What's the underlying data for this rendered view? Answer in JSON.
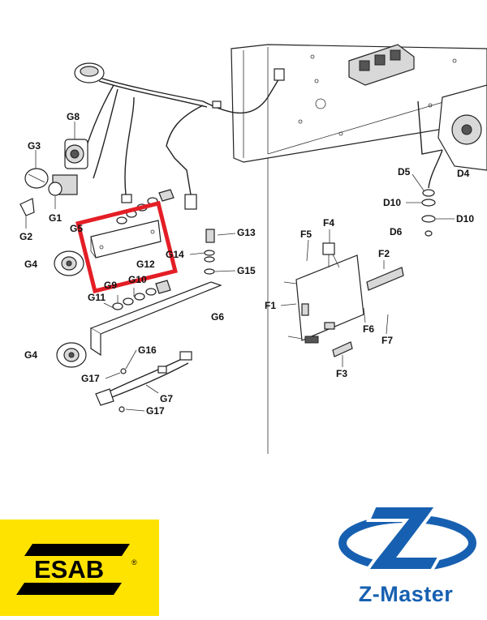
{
  "labels": {
    "g8": "G8",
    "g3": "G3",
    "g1": "G1",
    "g2": "G2",
    "g5": "G5",
    "g4a": "G4",
    "g12": "G12",
    "g9": "G9",
    "g10": "G10",
    "g11": "G11",
    "g4b": "G4",
    "g6": "G6",
    "g16": "G16",
    "g17a": "G17",
    "g7": "G7",
    "g17b": "G17",
    "g13": "G13",
    "g14": "G14",
    "g15": "G15",
    "f5": "F5",
    "f4": "F4",
    "f2": "F2",
    "f1": "F1",
    "f6": "F6",
    "f7": "F7",
    "f3": "F3",
    "d5": "D5",
    "d4": "D4",
    "d10a": "D10",
    "d6": "D6",
    "d10b": "D10"
  },
  "logos": {
    "esab": {
      "text": "ESAB",
      "registered": "®",
      "bg_color": "#ffe300",
      "text_color": "#000000"
    },
    "zmaster": {
      "text": "Z-Master",
      "color": "#1760b1"
    }
  },
  "highlight_color": "#e41e26"
}
